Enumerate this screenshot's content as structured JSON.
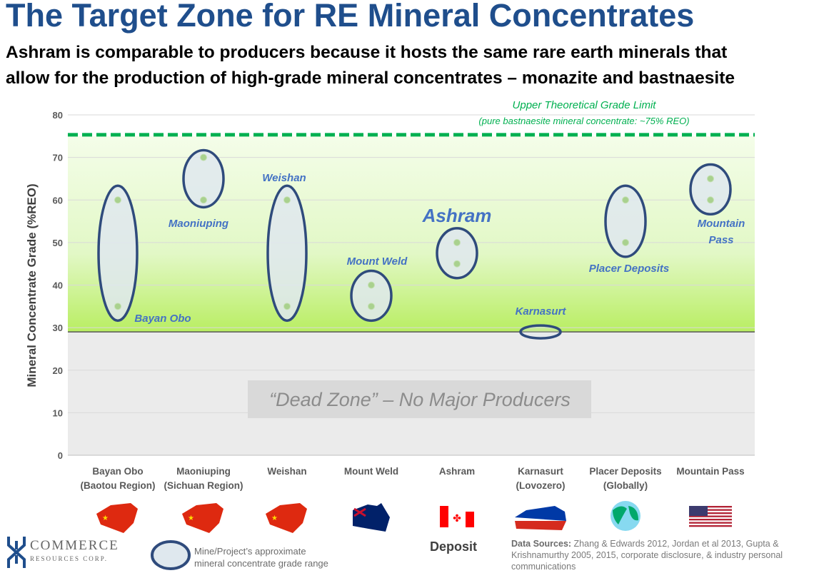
{
  "title": "The Target Zone for RE Mineral Concentrates",
  "subtitle_line1": "Ashram is comparable to producers because it hosts the same rare earth minerals that",
  "subtitle_line2": "allow for the production of high-grade mineral concentrates – monazite and bastnaesite",
  "chart_data": {
    "type": "range-ellipse",
    "ylabel": "Mineral Concentrate Grade (%REO)",
    "xlabel": "Deposit",
    "ylim": [
      0,
      80
    ],
    "yticks": [
      0,
      10,
      20,
      30,
      40,
      50,
      60,
      70,
      80
    ],
    "upper_limit": {
      "value": 75,
      "label1": "Upper Theoretical Grade Limit",
      "label2": "(pure bastnaesite mineral concentrate: ~75% REO)",
      "color": "#00b050"
    },
    "target_zone": {
      "from": 29,
      "to": 75
    },
    "dead_zone": {
      "from": 0,
      "to": 29,
      "label": "“Dead Zone” – No Major Producers"
    },
    "categories": [
      {
        "name": "Bayan Obo",
        "sub": "(Baotou Region)",
        "label": "Bayan Obo",
        "low": 35,
        "high": 60,
        "flag": "china"
      },
      {
        "name": "Maoniuping",
        "sub": "(Sichuan Region)",
        "label": "Maoniuping",
        "low": 60,
        "high": 70,
        "flag": "china"
      },
      {
        "name": "Weishan",
        "sub": "",
        "label": "Weishan",
        "low": 35,
        "high": 60,
        "flag": "china"
      },
      {
        "name": "Mount Weld",
        "sub": "",
        "label": "Mount Weld",
        "low": 35,
        "high": 40,
        "flag": "australia"
      },
      {
        "name": "Ashram",
        "sub": "",
        "label": "Ashram",
        "low": 45,
        "high": 50,
        "flag": "canada"
      },
      {
        "name": "Karnasurt",
        "sub": "(Lovozero)",
        "label": "Karnasurt",
        "low": 29,
        "high": 29,
        "flag": "russia"
      },
      {
        "name": "Placer Deposits",
        "sub": "(Globally)",
        "label": "Placer Deposits",
        "low": 50,
        "high": 60,
        "flag": "globe"
      },
      {
        "name": "Mountain Pass",
        "sub": "",
        "label": "Mountain Pass",
        "low": 60,
        "high": 65,
        "flag": "usa"
      }
    ]
  },
  "legend": {
    "line1": "Mine/Project’s approximate",
    "line2": "mineral concentrate grade range"
  },
  "sources": {
    "bold": "Data Sources:",
    "text": " Zhang & Edwards 2012, Jordan et al 2013, Gupta & Krishnamurthy 2005, 2015, corporate disclosure, & industry personal communications"
  },
  "logo": {
    "line1": "COMMERCE",
    "line2": "RESOURCES CORP."
  },
  "colors": {
    "title": "#1f4e8c",
    "ellipse_stroke": "#2f4b7c",
    "ellipse_fill": "#dfe8ee",
    "label": "#4472c4"
  }
}
